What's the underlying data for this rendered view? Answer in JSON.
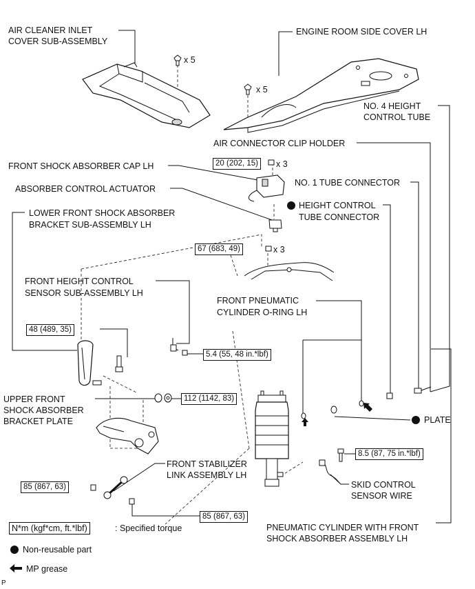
{
  "labels": {
    "air_cleaner_1": "AIR CLEANER INLET",
    "air_cleaner_2": "COVER SUB-ASSEMBLY",
    "engine_room_cover": "ENGINE ROOM SIDE COVER LH",
    "no4_tube_1": "NO. 4 HEIGHT",
    "no4_tube_2": "CONTROL TUBE",
    "air_connector_clip": "AIR CONNECTOR CLIP HOLDER",
    "front_shock_cap": "FRONT SHOCK ABSORBER CAP LH",
    "no1_tube_connector": "NO. 1 TUBE CONNECTOR",
    "absorber_actuator": "ABSORBER CONTROL ACTUATOR",
    "height_ctrl_connector_1": "HEIGHT CONTROL",
    "height_ctrl_connector_2": "TUBE CONNECTOR",
    "lower_bracket_1": "LOWER FRONT SHOCK ABSORBER",
    "lower_bracket_2": "BRACKET SUB-ASSEMBLY LH",
    "height_sensor_1": "FRONT HEIGHT CONTROL",
    "height_sensor_2": "SENSOR SUB-ASSEMBLY LH",
    "oring_1": "FRONT PNEUMATIC",
    "oring_2": "CYLINDER O-RING LH",
    "upper_plate_1": "UPPER FRONT",
    "upper_plate_2": "SHOCK ABSORBER",
    "upper_plate_3": "BRACKET PLATE",
    "plate": "PLATE",
    "stabilizer_link_1": "FRONT STABILIZER",
    "stabilizer_link_2": "LINK ASSEMBLY LH",
    "skid_wire_1": "SKID CONTROL",
    "skid_wire_2": "SENSOR WIRE",
    "pneumatic_cyl_1": "PNEUMATIC CYLINDER  WITH FRONT",
    "pneumatic_cyl_2": "SHOCK ABSORBER ASSEMBLY LH"
  },
  "quantities": {
    "air_cleaner_clips": "x 5",
    "engine_cover_clips": "x 5",
    "cap_nuts": "x 3",
    "upper_nuts": "x 3"
  },
  "torques": {
    "t20": "20 (202, 15)",
    "t67": "67 (683, 49)",
    "t48": "48 (489, 35)",
    "t5_4": "5.4 (55, 48 in.*lbf)",
    "t112": "112 (1142, 83)",
    "t8_5": "8.5 (87, 75 in.*lbf)",
    "t85a": "85 (867, 63)",
    "t85b": "85 (867, 63)"
  },
  "legend": {
    "torque_box": "N*m (kgf*cm, ft.*lbf)",
    "torque_desc": ": Specified torque",
    "non_reusable": "Non-reusable part",
    "mp_grease": "MP grease"
  },
  "corner_mark": "P",
  "colors": {
    "line": "#111111",
    "fill": "#ffffff",
    "shade": "#d8d8d8"
  },
  "icons": [
    "clip-icon",
    "nut-icon",
    "bolt-icon",
    "non-reusable-dot-icon",
    "grease-arrow-icon"
  ]
}
